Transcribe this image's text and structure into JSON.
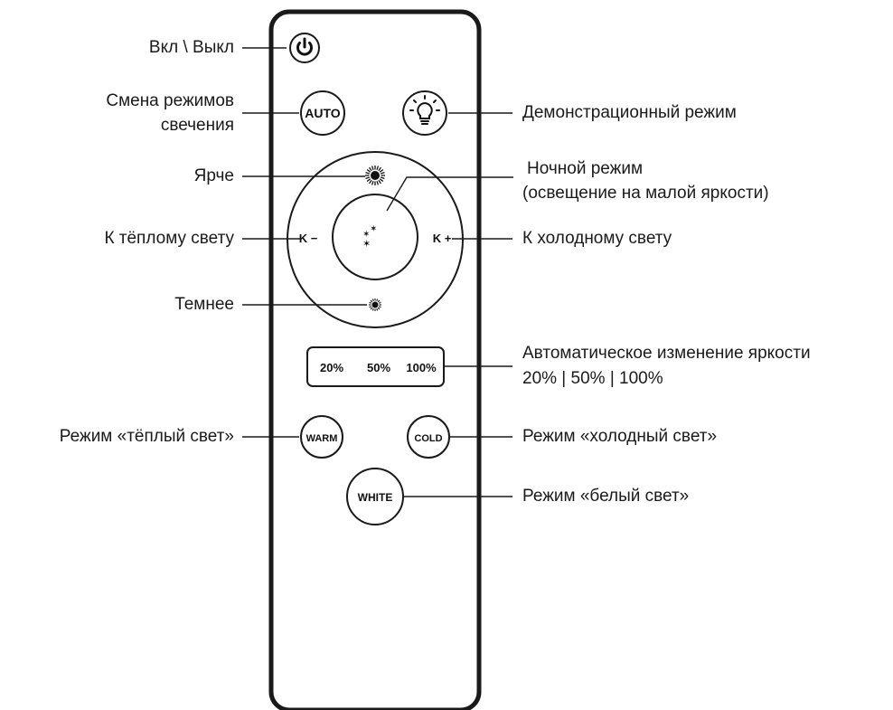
{
  "remote": {
    "buttons": {
      "auto": "AUTO",
      "k_minus": "K −",
      "k_plus": "K +",
      "percents": [
        "20%",
        "50%",
        "100%"
      ],
      "warm": "WARM",
      "cold": "COLD",
      "white": "WHITE"
    },
    "colors": {
      "stroke": "#1a1a1a",
      "background": "#ffffff"
    }
  },
  "callouts": {
    "power": "Вкл \\ Выкл",
    "mode_change_1": "Смена режимов",
    "mode_change_2": "свечения",
    "demo": "Демонстрационный режим",
    "brighter": "Ярче",
    "night_1": "Ночной режим",
    "night_2": "(освещение на малой яркости)",
    "warmer": "К тёплому свету",
    "colder": "К холодному свету",
    "darker": "Темнее",
    "auto_brightness_1": "Автоматическое изменение яркости",
    "auto_brightness_2": "20% | 50% | 100%",
    "warm_mode": "Режим «тёплый свет»",
    "cold_mode": "Режим «холодный свет»",
    "white_mode": "Режим «белый свет»"
  },
  "icons": [
    "power-icon",
    "bulb-icon",
    "sun-large-icon",
    "moon-stars-icon",
    "sun-small-icon"
  ]
}
